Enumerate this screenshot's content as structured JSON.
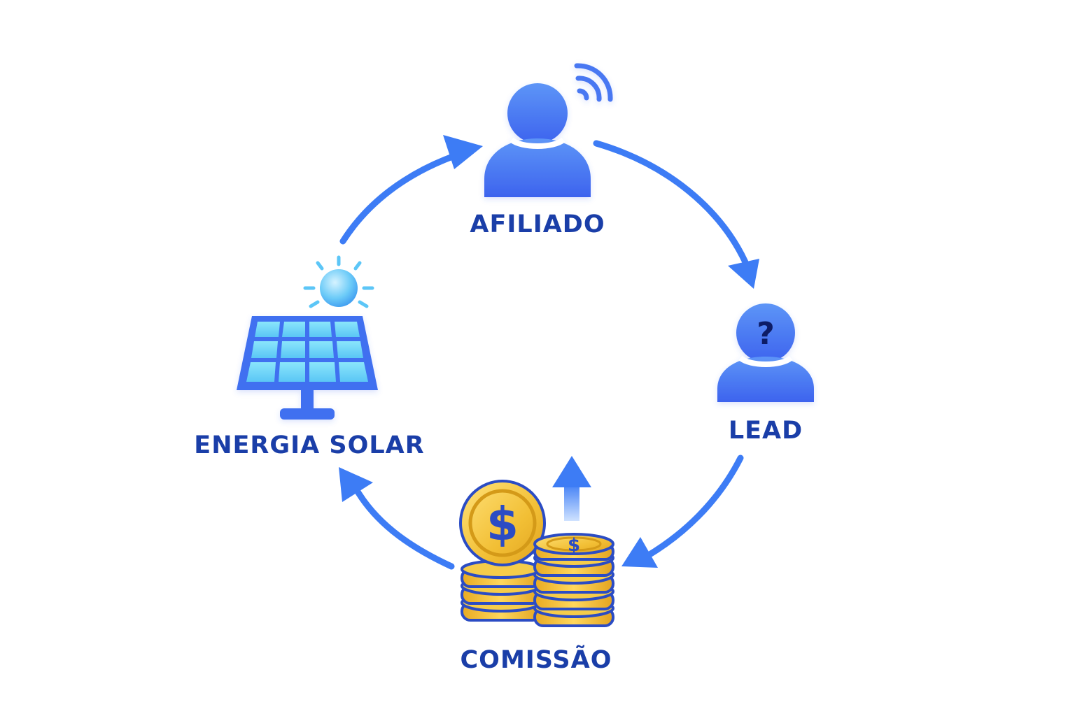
{
  "nodes": {
    "afiliado": {
      "label": "AFILIADO",
      "icon": "person-signal-icon"
    },
    "lead": {
      "label": "LEAD",
      "icon": "person-question-icon",
      "badge": "?"
    },
    "comissao": {
      "label": "COMISSÃO",
      "icon": "coin-stacks-icon",
      "symbol": "$"
    },
    "energia_solar": {
      "label": "ENERGIA SOLAR",
      "icon": "solar-panel-icon"
    }
  },
  "flow": [
    "AFILIADO",
    "LEAD",
    "COMISSÃO",
    "ENERGIA SOLAR"
  ],
  "colors": {
    "label": "#1a3ea8",
    "arrow": "#3d7cf5",
    "person": "#4a78f2",
    "panel_frame": "#3f6ff0",
    "panel_cell": "#6ed8f8",
    "sun": "#5cc6f7",
    "coin_fill": "#f2c23c",
    "coin_outline": "#2b4cc4"
  }
}
